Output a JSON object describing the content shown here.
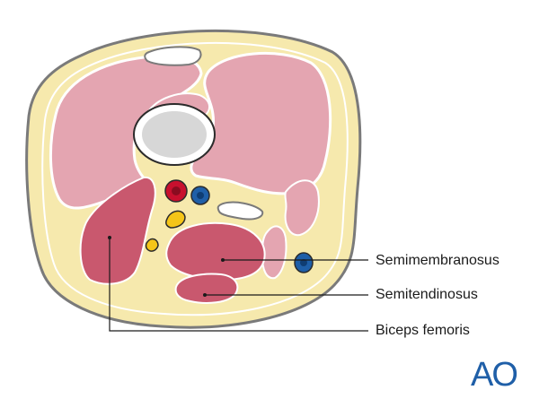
{
  "labels": {
    "semimembranosus": "Semimembranosus",
    "semitendinosus": "Semitendinosus",
    "biceps_femoris": "Biceps femoris"
  },
  "logo": {
    "text": "AO"
  },
  "colors": {
    "skin_outline": "#7a7a7a",
    "fat": "#f6e9ad",
    "muscle_light": "#e4a5b1",
    "muscle_dark": "#c9586e",
    "bone": "#d7d7d7",
    "artery": "#c8102e",
    "vein": "#1f5fa8",
    "nerve": "#f5c518",
    "logo": "#1f5fa8",
    "leader_line": "#1a1a1a"
  }
}
